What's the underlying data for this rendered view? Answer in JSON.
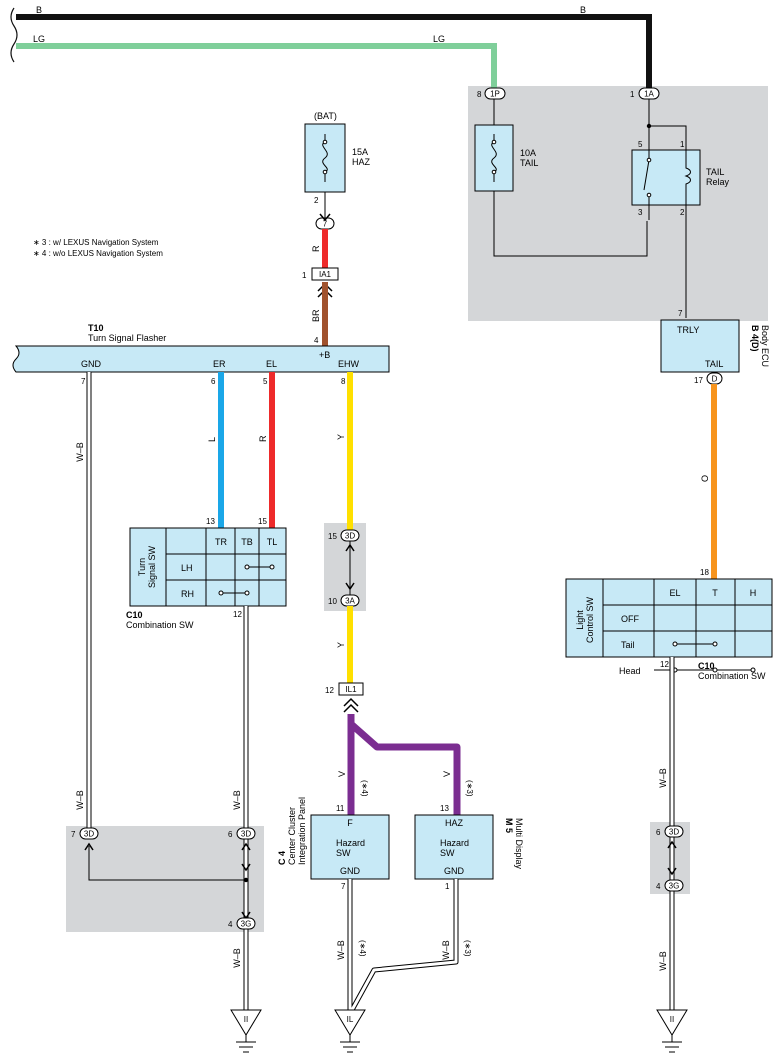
{
  "colors": {
    "B": "#111111",
    "LG": "#7fcf9a",
    "R": "#ee2a2a",
    "BR": "#a0522d",
    "L": "#1aa7e8",
    "Y": "#ffe000",
    "V": "#7b2d91",
    "O": "#f7941d",
    "WB": "#ffffff",
    "component": "#c7e9f6",
    "shade": "#d4d6d8"
  },
  "wires": {
    "b_label": "B",
    "lg_label": "LG",
    "r_label": "R",
    "br_label": "BR",
    "l_label": "L",
    "r2_label": "R",
    "y_label": "Y",
    "y2_label": "Y",
    "v_label": "V",
    "o_label": "O",
    "wb_label": "W–B",
    "note4": "(∗4)",
    "note3": "(∗3)"
  },
  "notes": [
    "∗ 3 : w/ LEXUS Navigation System",
    "∗ 4 : w/o LEXUS Navigation System"
  ],
  "fuse_haz": {
    "top": "(BAT)",
    "rating": "15A",
    "name": "HAZ",
    "pin": "2",
    "conn": "7"
  },
  "ia1": {
    "pin": "1",
    "name": "IA1"
  },
  "flasher": {
    "code": "T10",
    "name": "Turn Signal Flasher",
    "b_pin": "4",
    "b_label": "+B",
    "gnd": "GND",
    "gnd_pin": "7",
    "er": "ER",
    "er_pin": "6",
    "el": "EL",
    "el_pin": "5",
    "ehw": "EHW",
    "ehw_pin": "8"
  },
  "turn_sw": {
    "title1": "Turn",
    "title2": "Signal SW",
    "cols": [
      "TR",
      "TB",
      "TL"
    ],
    "rows": [
      "LH",
      "RH"
    ],
    "pin_tr": "13",
    "pin_tl": "15",
    "pin_gnd": "12",
    "code": "C10",
    "name": "Combination SW"
  },
  "joint_3d3a": {
    "pin_top": "15",
    "top": "3D",
    "pin_bot": "10",
    "bot": "3A"
  },
  "il1": {
    "pin": "12",
    "name": "IL1"
  },
  "tail_block": {
    "lg_pin": "8",
    "lg_conn": "1P",
    "b_pin": "1",
    "b_conn": "1A",
    "fuse_rating": "10A",
    "fuse_name": "TAIL",
    "relay_name1": "TAIL",
    "relay_name2": "Relay",
    "p5": "5",
    "p1": "1",
    "p3": "3",
    "p2": "2"
  },
  "body_ecu": {
    "pin_trly": "7",
    "trly": "TRLY",
    "tail": "TAIL",
    "code": "B 4(D)",
    "name": "Body ECU",
    "pin_d": "17",
    "d_conn": "D"
  },
  "light_sw": {
    "title1": "Light",
    "title2": "Control SW",
    "cols": [
      "EL",
      "T",
      "H"
    ],
    "rows": [
      "OFF",
      "Tail",
      "Head"
    ],
    "pin_top": "18",
    "pin_bot": "12",
    "code": "C10",
    "name": "Combination SW"
  },
  "hazard_c4": {
    "pin_top": "11",
    "top": "F",
    "body1": "Hazard",
    "body2": "SW",
    "gnd": "GND",
    "gnd_pin": "7",
    "code": "C 4",
    "name1": "Center Cluster",
    "name2": "Integration Panel"
  },
  "hazard_m5": {
    "pin_top": "13",
    "top": "HAZ",
    "body1": "Hazard",
    "body2": "SW",
    "gnd": "GND",
    "gnd_pin": "1",
    "code": "M 5",
    "name": "Multi Display"
  },
  "joint_left": {
    "pin_a": "7",
    "a": "3D",
    "pin_b": "6",
    "b": "3D",
    "pin_c": "4",
    "c": "3G"
  },
  "joint_right": {
    "pin_a": "6",
    "a": "3D",
    "pin_b": "4",
    "b": "3G"
  },
  "grounds": {
    "g1": "II",
    "g2": "IL",
    "g3": "II"
  }
}
